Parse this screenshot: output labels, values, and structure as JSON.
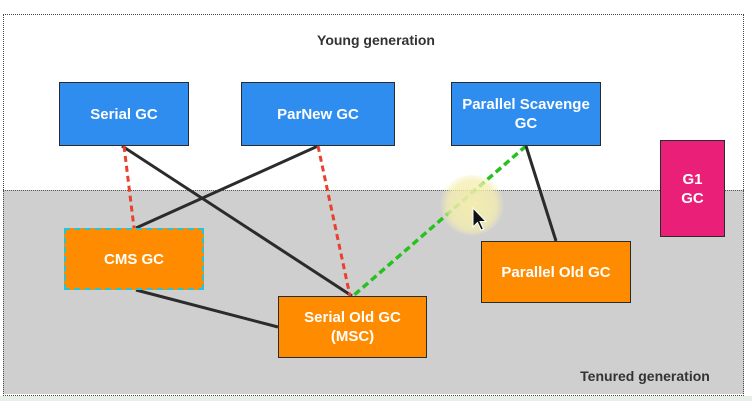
{
  "regions": {
    "young": "Young generation",
    "tenured": "Tenured generation"
  },
  "collectors": {
    "serial": "Serial GC",
    "parnew": "ParNew GC",
    "parallel_scavenge": "Parallel Scavenge GC",
    "g1": "G1 GC",
    "cms": "CMS GC",
    "serial_old": "Serial Old GC (MSC)",
    "parallel_old": "Parallel Old GC"
  },
  "edges": [
    {
      "from": "serial",
      "to": "serial_old",
      "style": "solid"
    },
    {
      "from": "serial",
      "to": "cms",
      "style": "dashed-red"
    },
    {
      "from": "parnew",
      "to": "cms",
      "style": "solid"
    },
    {
      "from": "parnew",
      "to": "serial_old",
      "style": "dashed-red"
    },
    {
      "from": "parallel_scavenge",
      "to": "serial_old",
      "style": "dashed-green"
    },
    {
      "from": "parallel_scavenge",
      "to": "parallel_old",
      "style": "solid"
    },
    {
      "from": "cms",
      "to": "serial_old",
      "style": "solid"
    }
  ],
  "colors": {
    "young_collector": "#2f8df0",
    "old_collector": "#ff8c00",
    "g1_collector": "#ea1f78",
    "tenured_background": "#cfcfcf",
    "solid_edge": "#2b2b2b",
    "dashed_red_edge": "#e8412e",
    "dashed_green_edge": "#27c21f"
  },
  "icons": {
    "cursor": "mouse-pointer-icon"
  }
}
